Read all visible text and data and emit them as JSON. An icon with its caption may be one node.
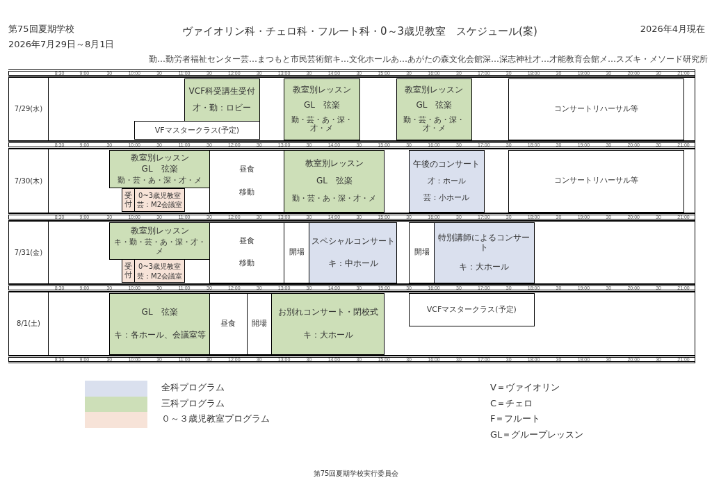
{
  "diagram": {
    "title": "ヴァイオリン科・チェロ科・フルート科・0～3歳児教室　スケジュール(案)",
    "nodes": [
      {
        "text": [
          "VCF科受講生受付",
          "才・勤：ロビー"
        ]
      },
      {
        "text": [
          "VFマスタークラス(予定)"
        ]
      },
      {
        "text": [
          "教室別レッスン",
          "GL　弦楽",
          "勤・芸・あ・深・才・メ"
        ]
      },
      {
        "text": [
          "教室別レッスン",
          "GL　弦楽",
          "勤・芸・あ・深・才・メ"
        ]
      },
      {
        "text": [
          "コンサートリハーサル等"
        ]
      },
      {
        "text": [
          "教室別レッスン",
          "GL　弦楽",
          "勤・芸・あ・深・才・メ"
        ]
      },
      {
        "text": [
          "受付"
        ]
      },
      {
        "text": [
          "0~3歳児教室",
          "芸：M2会議室"
        ]
      },
      {
        "text": [
          "昼食",
          "移動"
        ]
      },
      {
        "text": [
          "教室別レッスン",
          "GL　弦楽",
          "勤・芸・あ・深・才・メ"
        ]
      },
      {
        "text": [
          "午後のコンサート",
          "才：ホール",
          "芸：小ホール"
        ]
      },
      {
        "text": [
          "コンサートリハーサル等"
        ]
      },
      {
        "text": [
          "教室別レッスン",
          "キ・勤・芸・あ・深・才・メ"
        ]
      },
      {
        "text": [
          "受付"
        ]
      },
      {
        "text": [
          "0~3歳児教室",
          "芸：M2会議室"
        ]
      },
      {
        "text": [
          "昼食",
          "移動"
        ]
      },
      {
        "text": [
          "開場"
        ]
      },
      {
        "text": [
          "スペシャルコンサート",
          "キ：中ホール"
        ]
      },
      {
        "text": [
          "開場"
        ]
      },
      {
        "text": [
          "特別講師によるコンサート",
          "キ：大ホール"
        ]
      },
      {
        "text": [
          "GL　弦楽",
          "キ：各ホール、会議室等"
        ]
      },
      {
        "text": [
          "昼食"
        ]
      },
      {
        "text": [
          "開場"
        ]
      },
      {
        "text": [
          "お別れコンサート・閉校式",
          "キ：大ホール"
        ]
      },
      {
        "text": [
          "VCFマスタークラス(予定)"
        ]
      }
    ],
    "labels": [
      "第75回夏期学校",
      "2026年7月29日～8月1日",
      "2026年4月現在",
      "勤…勤労者福祉センター",
      "芸…まつもと市民芸術館",
      "キ…文化ホール",
      "あ…あがたの森文化会館",
      "深…深志神社",
      "才…才能教育会館",
      "メ…スズキ・メソード研究所",
      "8:30",
      "9:00",
      "30",
      "10:00",
      "30",
      "11:00",
      "30",
      "12:00",
      "30",
      "13:00",
      "30",
      "14:00",
      "30",
      "15:00",
      "30",
      "16:00",
      "30",
      "17:00",
      "30",
      "18:00",
      "30",
      "19:00",
      "30",
      "20:00",
      "30",
      "21:00",
      "7/29(水)",
      "8:30",
      "9:00",
      "30",
      "10:00",
      "30",
      "11:00",
      "30",
      "12:00",
      "30",
      "13:00",
      "30",
      "14:00",
      "30",
      "15:00",
      "30",
      "16:00",
      "30",
      "17:00",
      "30",
      "18:00",
      "30",
      "19:00",
      "30",
      "20:00",
      "30",
      "21:00",
      "7/30(木)",
      "8:30",
      "9:00",
      "30",
      "10:00",
      "30",
      "11:00",
      "30",
      "12:00",
      "30",
      "13:00",
      "30",
      "14:00",
      "30",
      "15:00",
      "30",
      "16:00",
      "30",
      "17:00",
      "30",
      "18:00",
      "30",
      "19:00",
      "30",
      "20:00",
      "30",
      "21:00",
      "7/31(金)",
      "8:30",
      "9:00",
      "30",
      "10:00",
      "30",
      "11:00",
      "30",
      "12:00",
      "30",
      "13:00",
      "30",
      "14:00",
      "30",
      "15:00",
      "30",
      "16:00",
      "30",
      "17:00",
      "30",
      "18:00",
      "30",
      "19:00",
      "30",
      "20:00",
      "30",
      "21:00",
      "8/1(土)",
      "8:30",
      "9:00",
      "30",
      "10:00",
      "30",
      "11:00",
      "30",
      "12:00",
      "30",
      "13:00",
      "30",
      "14:00",
      "30",
      "15:00",
      "30",
      "16:00",
      "30",
      "17:00",
      "30",
      "18:00",
      "30",
      "19:00",
      "30",
      "20:00",
      "30",
      "21:00",
      "V＝ヴァイオリン",
      "C＝チェロ",
      "F＝フルート",
      "GL＝グループレッスン",
      "第75回夏期学校実行委員会"
    ],
    "legend": [
      {
        "text": "全科プログラム",
        "color": "#dae0ee"
      },
      {
        "text": "三科プログラム",
        "color": "#cddfb8"
      },
      {
        "text": "０～３歳児教室プログラム",
        "color": "#f7e3d8"
      }
    ]
  }
}
